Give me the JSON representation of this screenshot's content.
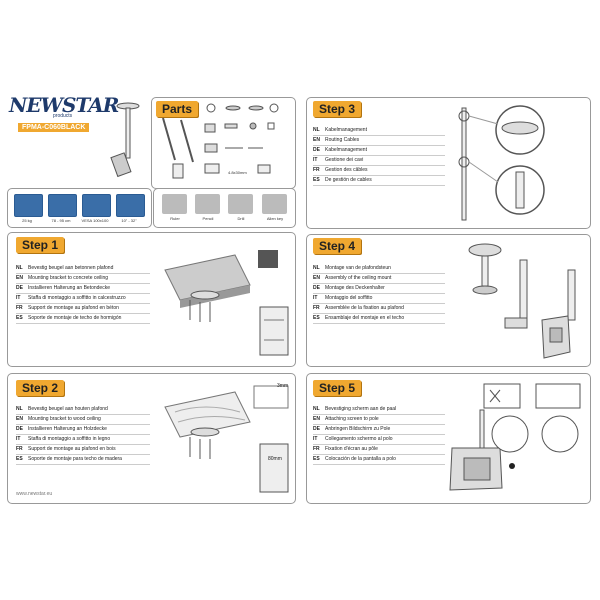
{
  "brand": {
    "name": "NEWSTAR",
    "sub": "products",
    "model": "FPMA-C060BLACK",
    "url": "www.newstar.eu"
  },
  "parts": {
    "title": "Parts",
    "small_labels": [
      "4.8x30mm"
    ]
  },
  "specs": [
    {
      "icon": "weight-icon",
      "label": "25 kg"
    },
    {
      "icon": "height-icon",
      "label": "78 - 95 cm"
    },
    {
      "icon": "vesa-icon",
      "label": "VESA 100x100"
    },
    {
      "icon": "screen-size-icon",
      "label": "10\" - 32\""
    }
  ],
  "tools": [
    {
      "icon": "ruler-icon",
      "label": "Ruler"
    },
    {
      "icon": "pencil-icon",
      "label": "Pencil"
    },
    {
      "icon": "drill-icon",
      "label": "Drill"
    },
    {
      "icon": "allen-key-icon",
      "label": "Allen key"
    }
  ],
  "steps": [
    {
      "title": "Step 1",
      "rows": [
        {
          "code": "NL",
          "text": "Bevestig beugel aan betonnen plafond"
        },
        {
          "code": "EN",
          "text": "Mounting bracket to concrete ceiling"
        },
        {
          "code": "DE",
          "text": "Installieren Halterung an Betondecke"
        },
        {
          "code": "IT",
          "text": "Staffa di montaggio a soffitto in calcestruzzo"
        },
        {
          "code": "FR",
          "text": "Support de montage au plafond en béton"
        },
        {
          "code": "ES",
          "text": "Soporte de montaje de techo de hormigón"
        }
      ]
    },
    {
      "title": "Step 2",
      "rows": [
        {
          "code": "NL",
          "text": "Bevestig beugel aan houten plafond"
        },
        {
          "code": "EN",
          "text": "Mounting bracket to wood ceiling"
        },
        {
          "code": "DE",
          "text": "Installieren Halterung an Holzdecke"
        },
        {
          "code": "IT",
          "text": "Staffa di montaggio a soffitto in legno"
        },
        {
          "code": "FR",
          "text": "Support de montage au plafond en bois"
        },
        {
          "code": "ES",
          "text": "Soporte de montaje para techo de madera"
        }
      ],
      "labels": [
        "3mm",
        "80mm"
      ]
    },
    {
      "title": "Step 3",
      "rows": [
        {
          "code": "NL",
          "text": "Kabelmanagement"
        },
        {
          "code": "EN",
          "text": "Routing Cables"
        },
        {
          "code": "DE",
          "text": "Kabelmanagement"
        },
        {
          "code": "IT",
          "text": "Gestione dei cavi"
        },
        {
          "code": "FR",
          "text": "Gestion des câbles"
        },
        {
          "code": "ES",
          "text": "De gestión de cables"
        }
      ]
    },
    {
      "title": "Step 4",
      "rows": [
        {
          "code": "NL",
          "text": "Montage van de plafondsteun"
        },
        {
          "code": "EN",
          "text": "Assembly of the ceiling mount"
        },
        {
          "code": "DE",
          "text": "Montage des Deckenhalter"
        },
        {
          "code": "IT",
          "text": "Montaggio del soffitto"
        },
        {
          "code": "FR",
          "text": "Assemblée de la fixation au plafond"
        },
        {
          "code": "ES",
          "text": "Ensamblaje del montaje en el techo"
        }
      ]
    },
    {
      "title": "Step 5",
      "rows": [
        {
          "code": "NL",
          "text": "Bevestiging scherm aan de paal"
        },
        {
          "code": "EN",
          "text": "Attaching screen to pole"
        },
        {
          "code": "DE",
          "text": "Anbringen Bildschirm zu Pole"
        },
        {
          "code": "IT",
          "text": "Collegamento schermo al polo"
        },
        {
          "code": "FR",
          "text": "Fixation d'écran au pôle"
        },
        {
          "code": "ES",
          "text": "Colocación de la pantalla a polo"
        }
      ]
    }
  ]
}
